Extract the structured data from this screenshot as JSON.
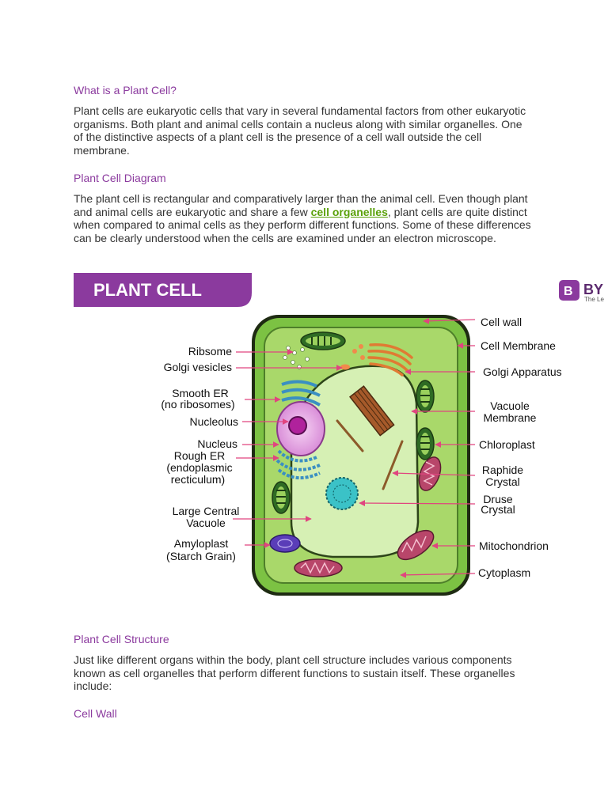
{
  "sections": {
    "what_heading": "What is a Plant Cell?",
    "what_text": "Plant cells are eukaryotic cells that vary in several fundamental factors from other eukaryotic organisms. Both plant and animal cells contain a nucleus along with similar organelles. One of the distinctive aspects of a plant cell is the presence of a cell wall outside the cell membrane.",
    "diagram_heading": "Plant Cell Diagram",
    "diagram_text_before": "The plant cell is rectangular and comparatively larger than the animal cell. Even though plant and animal cells are eukaryotic and share a few ",
    "diagram_link": "cell organelles",
    "diagram_text_after": ", plant cells are quite distinct when compared to animal cells as they perform different functions. Some of these differences can be clearly understood when the cells are examined under an electron microscope.",
    "structure_heading": "Plant Cell Structure",
    "structure_text": "Just like different organs within the body, plant cell structure includes various components known as cell organelles that perform different functions to sustain itself.  These organelles include:",
    "cell_wall_heading": "Cell Wall"
  },
  "figure": {
    "banner": "PLANT CELL",
    "logo_mark": "B",
    "logo_text": "BY",
    "logo_tagline": "The Le",
    "left_labels": {
      "ribosome": "Ribsome",
      "golgi_vesicles": "Golgi vesicles",
      "smooth_er_1": "Smooth ER",
      "smooth_er_2": "(no ribosomes)",
      "nucleolus": "Nucleolus",
      "nucleus": "Nucleus",
      "rough_er_1": "Rough ER",
      "rough_er_2": "(endoplasmic",
      "rough_er_3": "recticulum)",
      "vacuole_1": "Large Central",
      "vacuole_2": "Vacuole",
      "amyloplast_1": "Amyloplast",
      "amyloplast_2": "(Starch Grain)"
    },
    "right_labels": {
      "cell_wall": "Cell wall",
      "cell_membrane": "Cell Membrane",
      "golgi_apparatus": "Golgi Apparatus",
      "vacuole_membrane_1": "Vacuole",
      "vacuole_membrane_2": "Membrane",
      "chloroplast": "Chloroplast",
      "raphide_1": "Raphide",
      "raphide_2": "Crystal",
      "druse_1": "Druse",
      "druse_2": "Crystal",
      "mitochondrion": "Mitochondrion",
      "cytoplasm": "Cytoplasm"
    },
    "colors": {
      "banner": "#8b3a9e",
      "cell_wall": "#6fb83a",
      "cytoplasm": "#a9d86a",
      "vacuole": "#d6f0b4",
      "nucleus": "#e7a6e6",
      "nucleolus": "#b0229c",
      "pointer": "#e0457f"
    }
  }
}
